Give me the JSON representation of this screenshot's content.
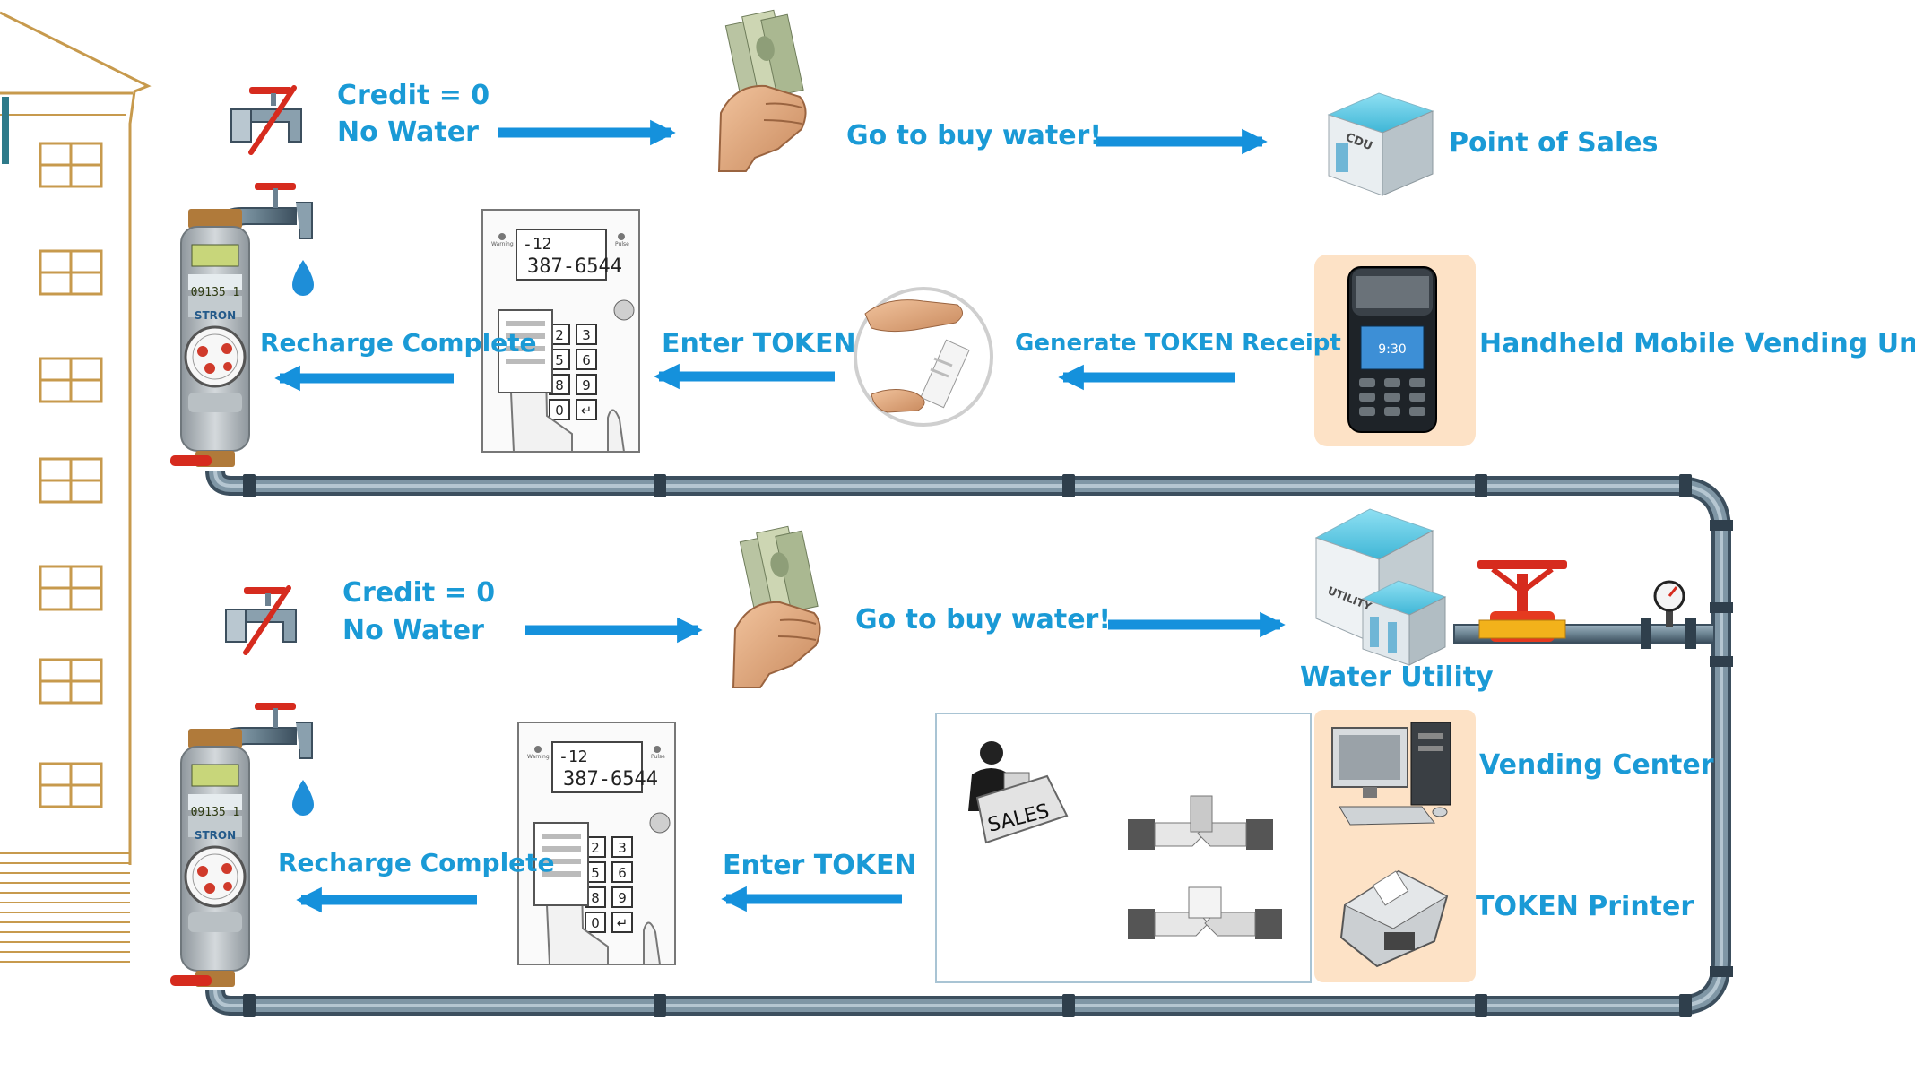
{
  "labels": {
    "credit_top": "Credit = 0",
    "nowater_top": "No Water",
    "buy_top": "Go to buy water!",
    "pos": "Point of Sales",
    "recharge_top": "Recharge Complete",
    "enter_top": "Enter TOKEN",
    "generate": "Generate TOKEN Receipt",
    "handheld": "Handheld Mobile Vending Unit",
    "credit_bottom": "Credit = 0",
    "nowater_bottom": "No Water",
    "buy_bottom": "Go to buy water!",
    "water_utility": "Water Utility",
    "vending_center": "Vending Center",
    "token_printer": "TOKEN Printer",
    "recharge_bottom": "Recharge Complete",
    "enter_bottom": "Enter TOKEN"
  },
  "device_text": {
    "meter_lcd": "09135 1",
    "meter_brand": "STRON",
    "keypad_display_small": "-12",
    "keypad_display_main": "387-6544",
    "keypad_keys": [
      "2",
      "3",
      "5",
      "6",
      "8",
      "9",
      "0",
      "↵"
    ],
    "keypad_warning": "Warning",
    "keypad_pulse": "Pulse",
    "cdu_sign": "CDU",
    "utility_sign": "UTILITY",
    "sales_sign": "SALES",
    "handheld_time": "9:30"
  },
  "colors": {
    "label_blue": "#1a9ad6",
    "arrow_blue": "#1591dc",
    "pipe_steel": "#6d8593",
    "pipe_dark": "#3c4f5e",
    "valve_red": "#d62b1e",
    "building_tan": "#c79a4d",
    "panel_peach": "#fde2c6"
  }
}
